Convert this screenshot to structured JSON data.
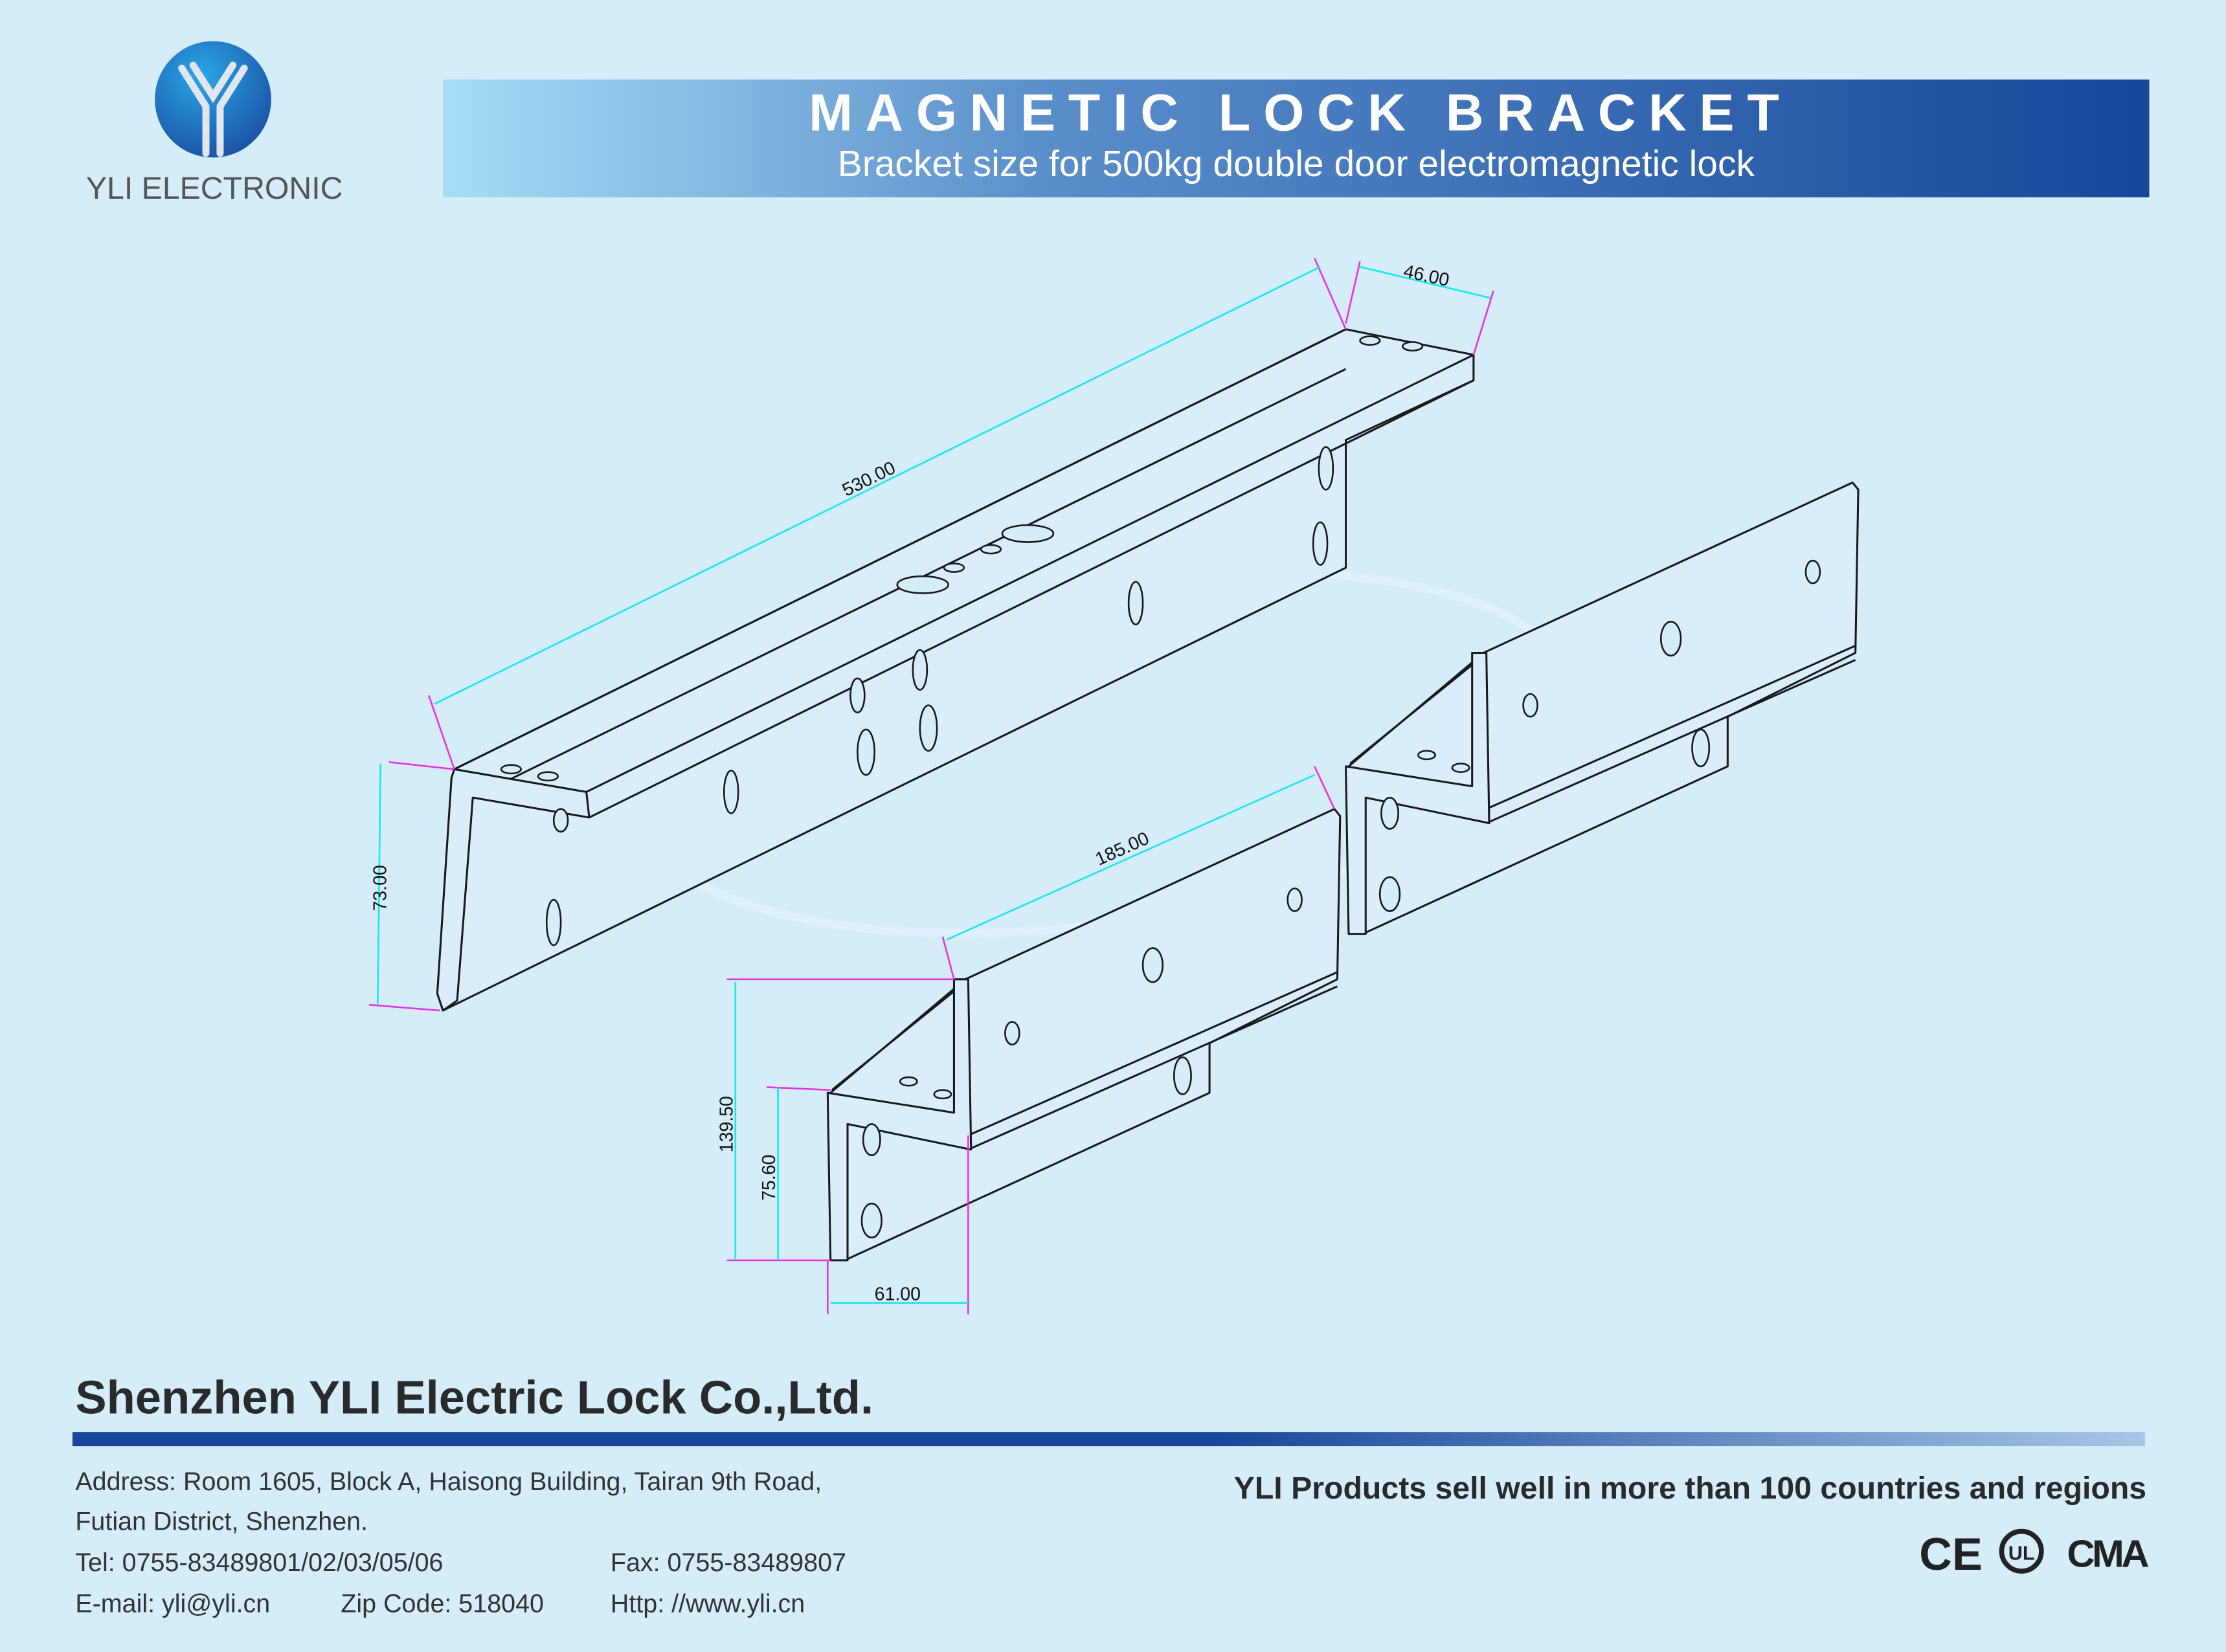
{
  "logo": {
    "brand": "YLI ELECTRONIC"
  },
  "header": {
    "title": "MAGNETIC LOCK BRACKET",
    "subtitle": "Bracket size for 500kg double door electromagnetic lock"
  },
  "dimensions": {
    "length": "530.00",
    "width": "46.00",
    "height": "73.00",
    "small_length": "185.00",
    "total_height": "139.50",
    "step_height": "75.60",
    "depth": "61.00"
  },
  "footer": {
    "company": "Shenzhen YLI Electric Lock Co.,Ltd.",
    "address_line1": "Address: Room 1605, Block A, Haisong Building, Tairan 9th Road,",
    "address_line2": "Futian District, Shenzhen.",
    "tel": "Tel: 0755-83489801/02/03/05/06",
    "fax": "Fax: 0755-83489807",
    "email": "E-mail: yli@yli.cn",
    "zip": "Zip Code: 518040",
    "http": "Http: //www.yli.cn",
    "slogan": "YLI Products sell well in more than 100 countries and regions",
    "certifications": [
      "CE",
      "UL",
      "CMA"
    ]
  },
  "colors": {
    "background": "#d5ecf9",
    "brand_blue": "#16479a",
    "dim_cyan": "#19e6f0",
    "dim_magenta": "#e633e6"
  }
}
